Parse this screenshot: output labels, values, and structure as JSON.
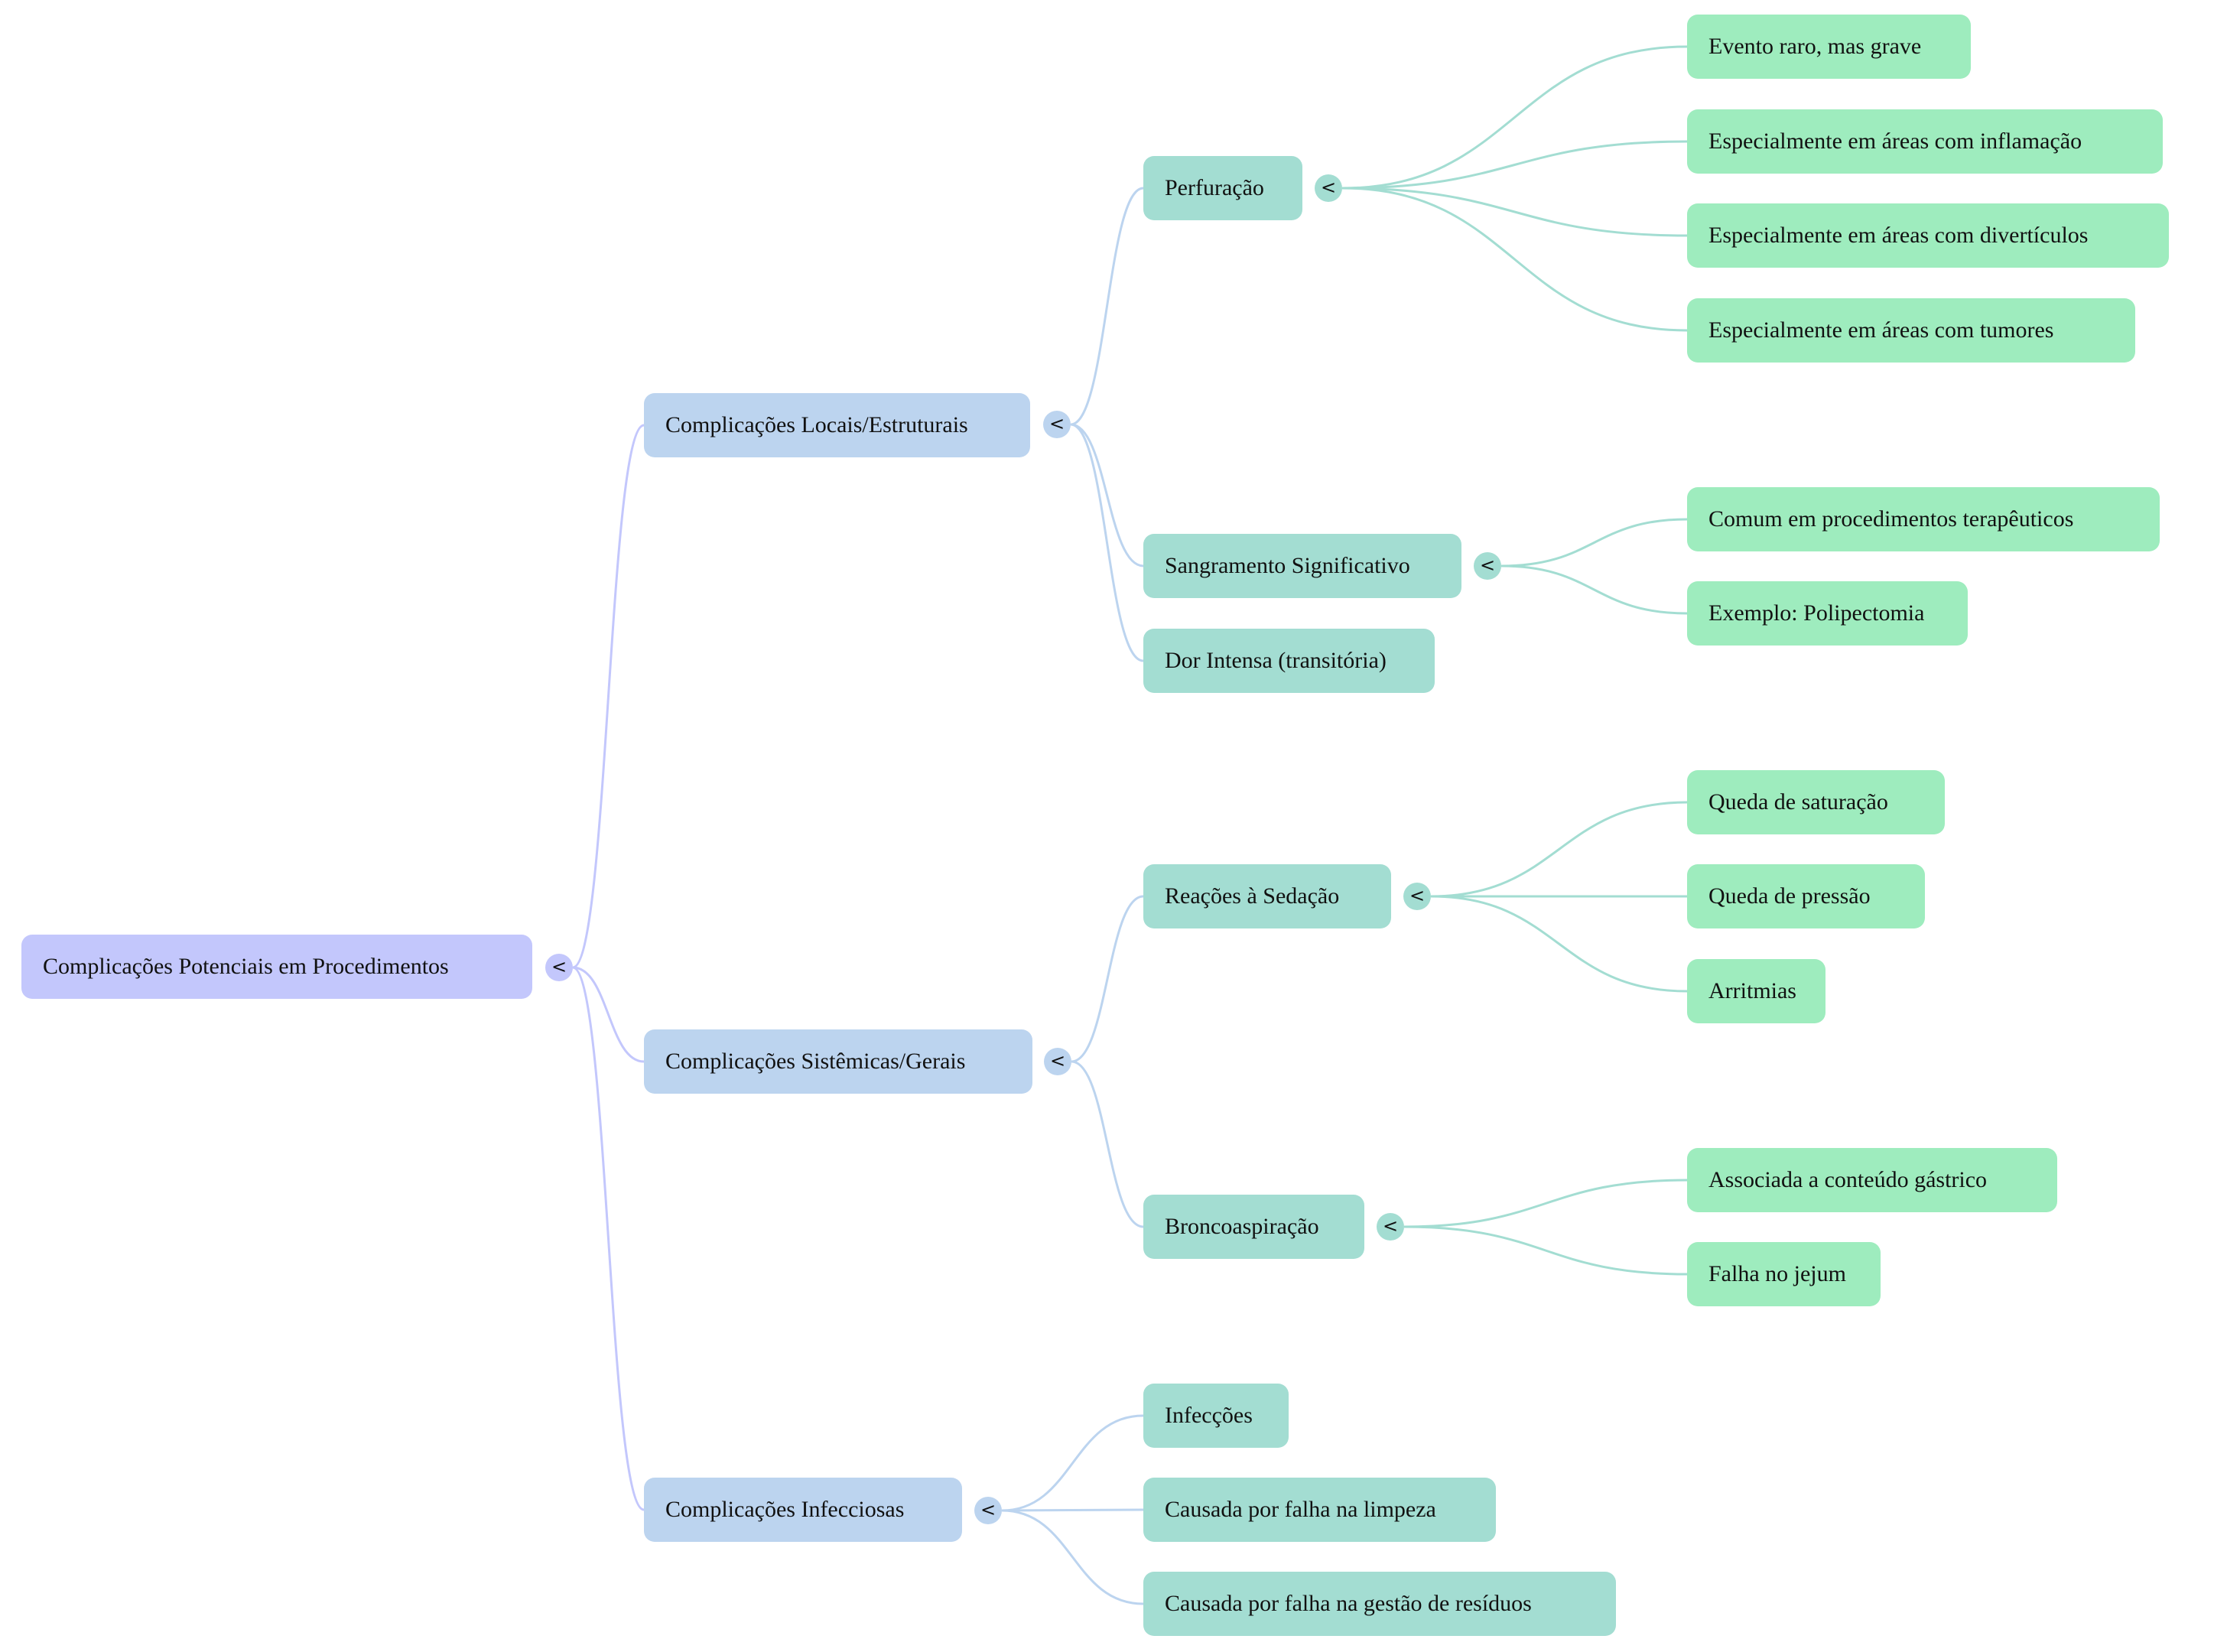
{
  "mindmap": {
    "colors": {
      "root": "#c3c7fc",
      "level1": "#bcd4ef",
      "level2": "#a3ddd2",
      "leaf": "#9eecbe"
    },
    "collapse_glyph": "<",
    "root": {
      "label": "Complicações Potenciais em Procedimentos",
      "children": [
        {
          "label": "Complicações Locais/Estruturais",
          "children": [
            {
              "label": "Perfuração",
              "children": [
                {
                  "label": "Evento raro, mas grave"
                },
                {
                  "label": "Especialmente em áreas com inflamação"
                },
                {
                  "label": "Especialmente em áreas com divertículos"
                },
                {
                  "label": "Especialmente em áreas com tumores"
                }
              ]
            },
            {
              "label": "Sangramento Significativo",
              "children": [
                {
                  "label": "Comum em procedimentos terapêuticos"
                },
                {
                  "label": "Exemplo: Polipectomia"
                }
              ]
            },
            {
              "label": "Dor Intensa (transitória)"
            }
          ]
        },
        {
          "label": "Complicações Sistêmicas/Gerais",
          "children": [
            {
              "label": "Reações à Sedação",
              "children": [
                {
                  "label": "Queda de saturação"
                },
                {
                  "label": "Queda de pressão"
                },
                {
                  "label": "Arritmias"
                }
              ]
            },
            {
              "label": "Broncoaspiração",
              "children": [
                {
                  "label": "Associada a conteúdo gástrico"
                },
                {
                  "label": "Falha no jejum"
                }
              ]
            }
          ]
        },
        {
          "label": "Complicações Infecciosas",
          "children": [
            {
              "label": "Infecções"
            },
            {
              "label": "Causada por falha na limpeza"
            },
            {
              "label": "Causada por falha na gestão de resíduos"
            }
          ]
        }
      ]
    }
  }
}
